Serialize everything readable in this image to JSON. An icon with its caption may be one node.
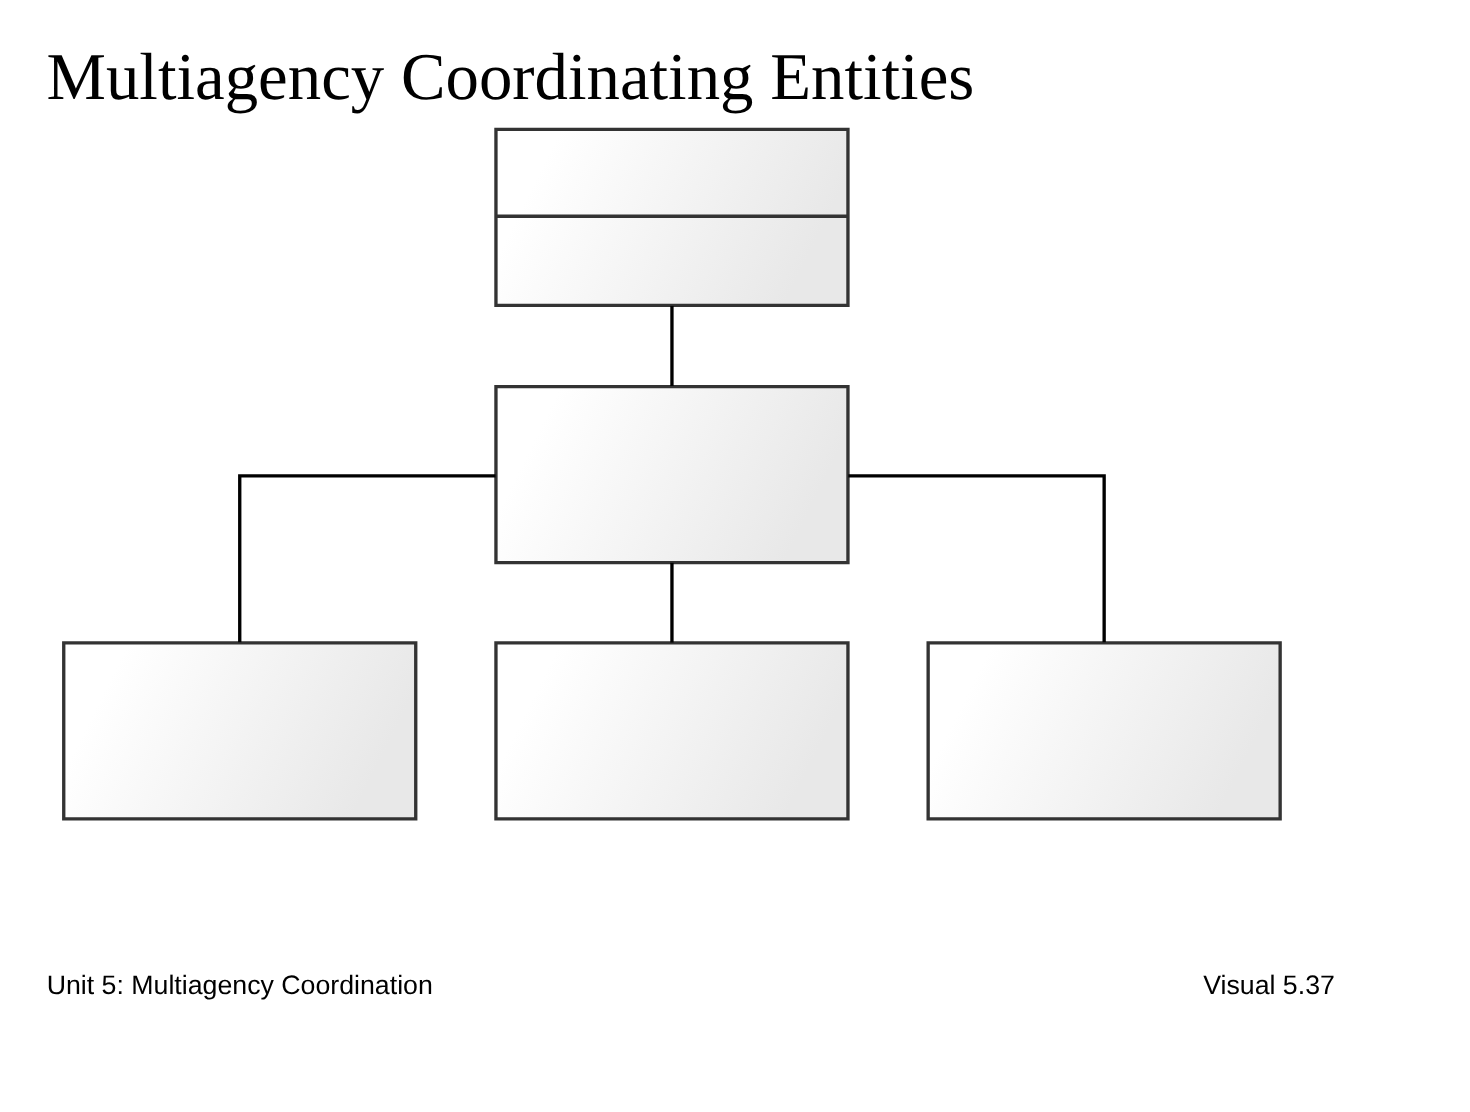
{
  "diagram": {
    "title": "Multiagency Coordinating Entities",
    "nodes": [
      {
        "text": [],
        "shape": "box"
      },
      {
        "text": [],
        "shape": "box"
      },
      {
        "text": [],
        "shape": "box"
      },
      {
        "text": [],
        "shape": "box"
      },
      {
        "text": [],
        "shape": "box"
      }
    ],
    "edges": [
      {
        "from": 0,
        "to": 1,
        "arrow": "none"
      },
      {
        "from": 1,
        "to": 2,
        "arrow": "none"
      },
      {
        "from": 1,
        "to": 3,
        "arrow": "none"
      },
      {
        "from": 1,
        "to": 4,
        "arrow": "none"
      }
    ],
    "labels": [
      "Unit 5: Multiagency Coordination",
      "Visual 5.37"
    ]
  }
}
